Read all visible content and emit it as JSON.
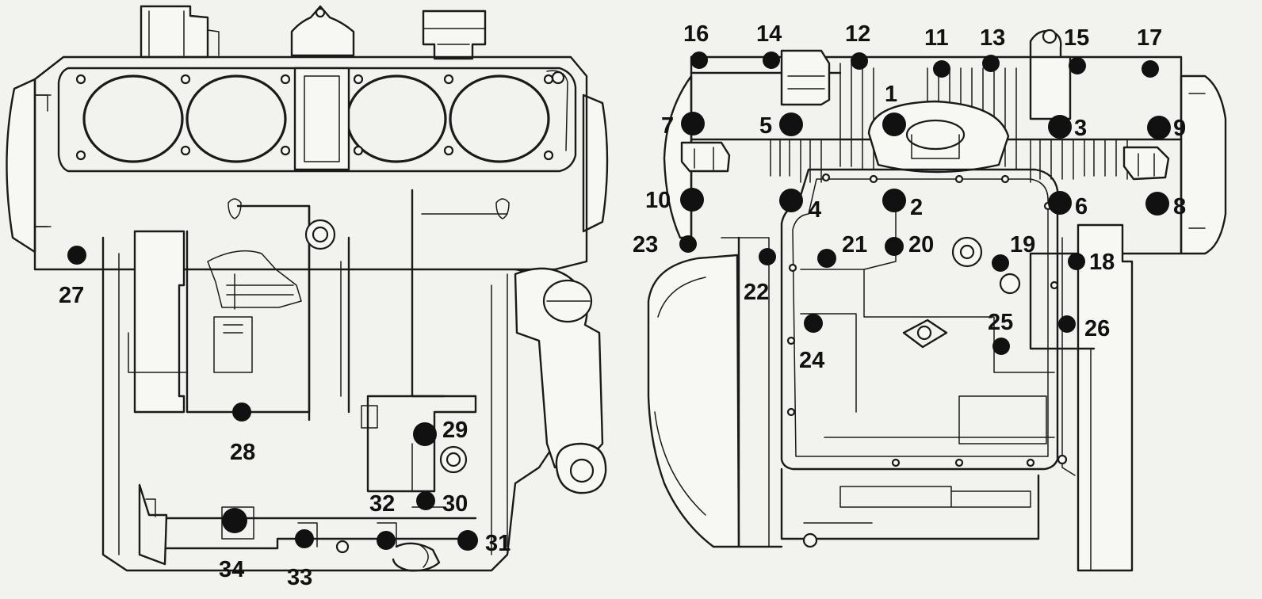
{
  "figure": {
    "left_view": {
      "bolts": [
        {
          "label": "27"
        },
        {
          "label": "28"
        },
        {
          "label": "29"
        },
        {
          "label": "30"
        },
        {
          "label": "31"
        },
        {
          "label": "32"
        },
        {
          "label": "33"
        },
        {
          "label": "34"
        }
      ]
    },
    "right_view": {
      "bolts": [
        {
          "label": "16"
        },
        {
          "label": "14"
        },
        {
          "label": "12"
        },
        {
          "label": "11"
        },
        {
          "label": "13"
        },
        {
          "label": "15"
        },
        {
          "label": "17"
        },
        {
          "label": "1"
        },
        {
          "label": "7"
        },
        {
          "label": "5"
        },
        {
          "label": "3"
        },
        {
          "label": "9"
        },
        {
          "label": "10"
        },
        {
          "label": "4"
        },
        {
          "label": "2"
        },
        {
          "label": "6"
        },
        {
          "label": "8"
        },
        {
          "label": "23"
        },
        {
          "label": "22"
        },
        {
          "label": "21"
        },
        {
          "label": "20"
        },
        {
          "label": "19"
        },
        {
          "label": "18"
        },
        {
          "label": "24"
        },
        {
          "label": "25"
        },
        {
          "label": "26"
        }
      ]
    }
  },
  "colors": {
    "ink": "#1a1a1a",
    "paper": "#f7f7f3",
    "bolt_marker": "#111111"
  }
}
